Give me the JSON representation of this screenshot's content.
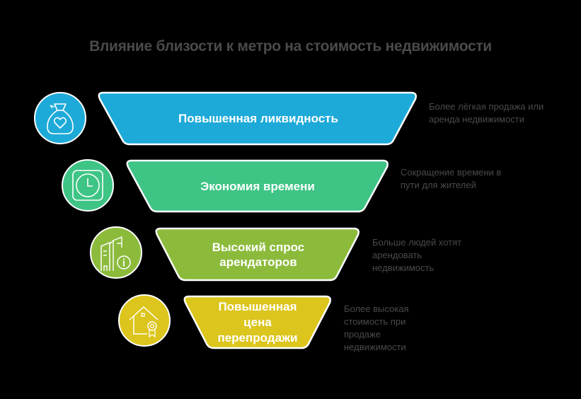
{
  "title": "Влияние близости к метро на стоимость недвижимости",
  "colors": {
    "background": "#000000",
    "title_text": "#4a4a4a",
    "desc_text": "#4a4a4a",
    "outline": "#ffffff"
  },
  "levels": [
    {
      "label": "Повышенная ликвидность",
      "description": "Более лёгкая продажа или аренда недвижимости",
      "icon": "money-bag-heart-icon",
      "color": "#1eaad9"
    },
    {
      "label": "Экономия времени",
      "description": "Сокращение времени в пути для жителей",
      "icon": "clock-icon",
      "color": "#3ec485"
    },
    {
      "label": "Высокий спрос арендаторов",
      "description": "Больше людей хотят арендовать недвижимость",
      "icon": "buildings-info-icon",
      "color": "#8cbb3c"
    },
    {
      "label": "Повышенная цена перепродажи",
      "description": "Более высокая стоимость при продаже недвижимости",
      "icon": "house-award-icon",
      "color": "#dcc51c"
    }
  ]
}
